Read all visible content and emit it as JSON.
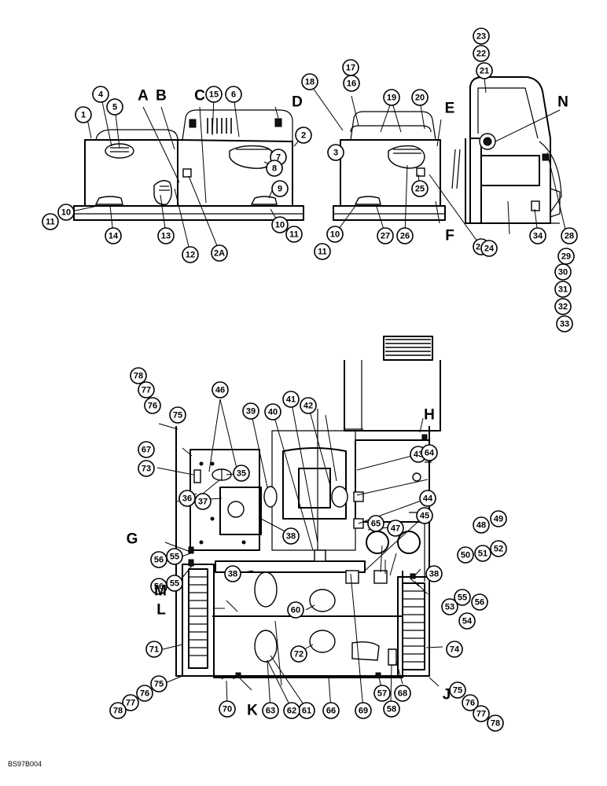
{
  "figure": {
    "reference_code": "BS97B004",
    "view_letters": [
      "A",
      "B",
      "C",
      "D",
      "E",
      "F",
      "G",
      "H",
      "J",
      "K",
      "L",
      "M",
      "N"
    ],
    "callout_numbers": [
      "1",
      "2",
      "2A",
      "3",
      "4",
      "5",
      "6",
      "7",
      "8",
      "9",
      "10",
      "11",
      "12",
      "13",
      "14",
      "15",
      "16",
      "17",
      "18",
      "19",
      "20",
      "21",
      "22",
      "23",
      "24",
      "25",
      "26",
      "27",
      "28",
      "29",
      "30",
      "31",
      "32",
      "33",
      "34",
      "35",
      "36",
      "37",
      "38",
      "39",
      "40",
      "41",
      "42",
      "43",
      "44",
      "45",
      "46",
      "47",
      "48",
      "49",
      "50",
      "51",
      "52",
      "53",
      "54",
      "55",
      "56",
      "57",
      "58",
      "60",
      "61",
      "62",
      "63",
      "64",
      "65",
      "66",
      "67",
      "68",
      "69",
      "70",
      "71",
      "72",
      "73",
      "74",
      "75",
      "76",
      "77",
      "78"
    ]
  }
}
